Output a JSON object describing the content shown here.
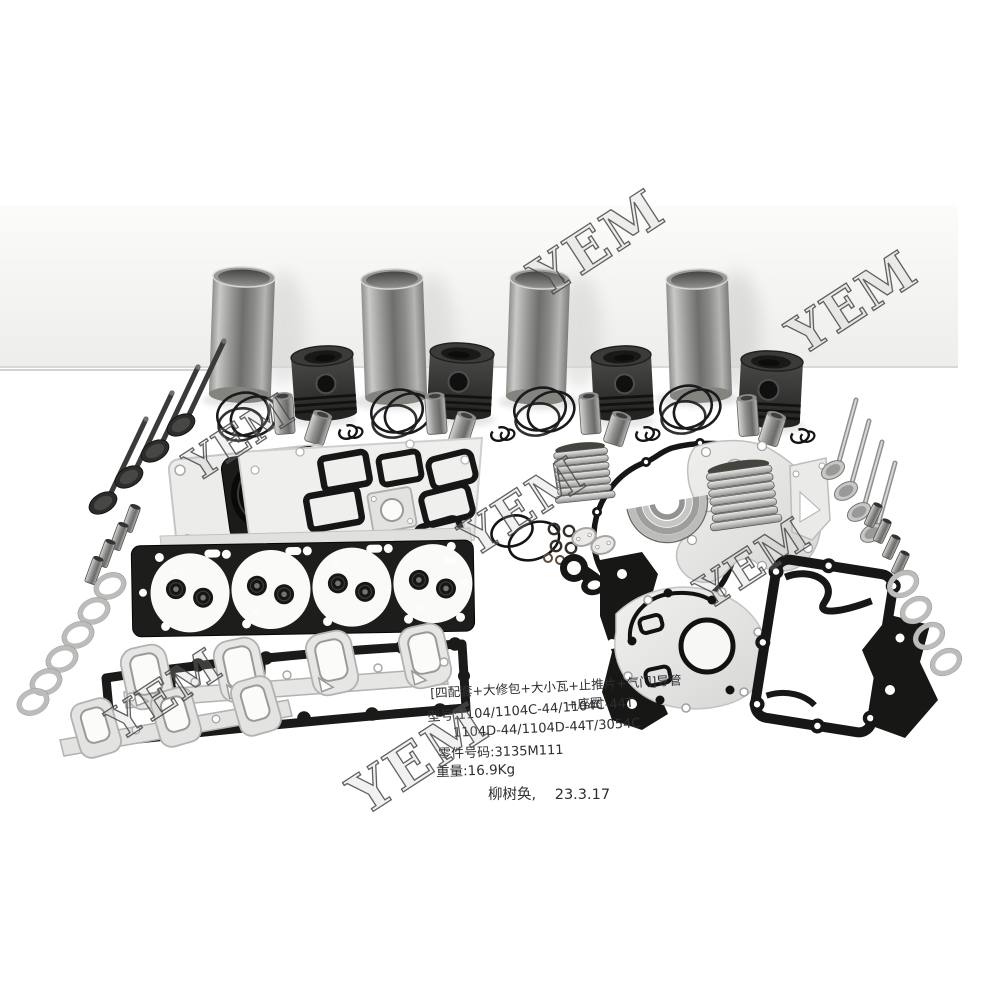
{
  "page": {
    "background": "#ffffff"
  },
  "photo": {
    "subject": "engine-overhaul-rebuild-kit",
    "parts": [
      {
        "name": "cylinder-liner",
        "count": 4
      },
      {
        "name": "piston",
        "count": 4
      },
      {
        "name": "piston-pin",
        "count": 8
      },
      {
        "name": "piston-ring-set",
        "count": 4
      },
      {
        "name": "snap-ring",
        "count": 4
      },
      {
        "name": "engine-valve",
        "count": 8
      },
      {
        "name": "valve-guide",
        "count": 8
      },
      {
        "name": "valve-seat-ring",
        "count": 10
      },
      {
        "name": "crankshaft-rear-seal",
        "count": 1
      },
      {
        "name": "cylinder-head-gasket",
        "count": 1
      },
      {
        "name": "valve-cover-gasket",
        "count": 1
      },
      {
        "name": "manifold-gasket",
        "count": 2
      },
      {
        "name": "rod-bearing-stack",
        "count": 2
      },
      {
        "name": "thrust-washer",
        "count": 4
      },
      {
        "name": "timing-case-gasket",
        "count": 1
      },
      {
        "name": "front-plate",
        "count": 1
      },
      {
        "name": "oil-cooler-gasket",
        "count": 1
      },
      {
        "name": "o-ring-and-washer-set",
        "count": 12
      }
    ]
  },
  "watermark": {
    "text": "YEM",
    "instances": 7,
    "outline_color": "#4a4a4a"
  },
  "annotation": {
    "ink_color": "#2e2e33",
    "line1": "[四配套+大修包+大小瓦+止推片+气门]导管",
    "line2": "+座圈",
    "line3": "型号:1104/1104C-44/1104C-44T",
    "line4": "1104D-44/1104D-44T/3054C",
    "line5": "零件号码:3135M111",
    "line6": "重量:16.9Kg",
    "signature": "柳树奂,",
    "date": "23.3.17"
  }
}
